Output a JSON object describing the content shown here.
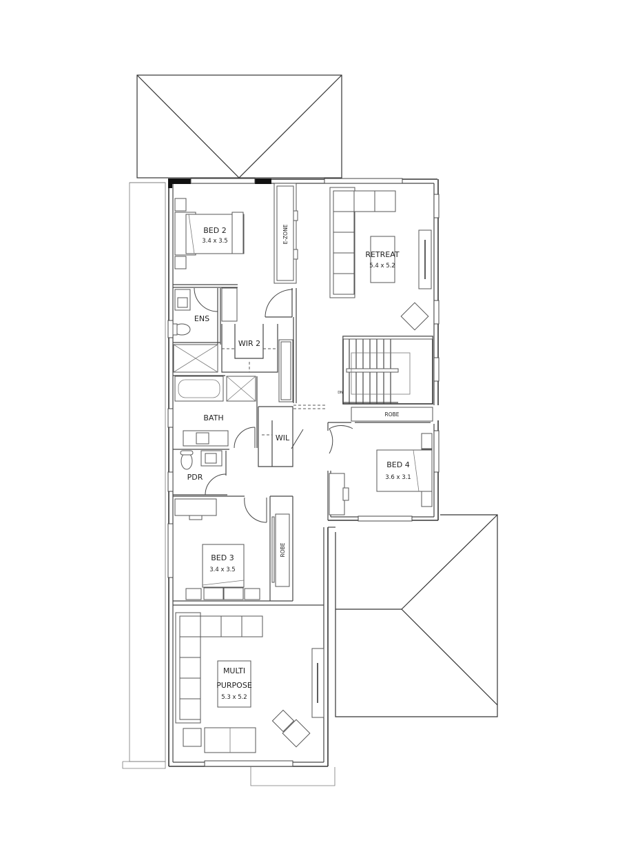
{
  "plan": {
    "title": "Upper Floor Plan",
    "rooms": [
      {
        "id": "bed2",
        "name": "BED 2",
        "size": "3.4 x 3.5"
      },
      {
        "id": "retreat",
        "name": "RETREAT",
        "size": "5.4 x 5.2"
      },
      {
        "id": "ens",
        "name": "ENS"
      },
      {
        "id": "wir2",
        "name": "WIR 2"
      },
      {
        "id": "bath",
        "name": "BATH"
      },
      {
        "id": "wil",
        "name": "WIL"
      },
      {
        "id": "pdr",
        "name": "PDR"
      },
      {
        "id": "bed4",
        "name": "BED 4",
        "size": "3.6 x 3.1"
      },
      {
        "id": "bed3",
        "name": "BED 3",
        "size": "3.4 x 3.5"
      },
      {
        "id": "multi",
        "name_line1": "MULTI",
        "name_line2": "PURPOSE",
        "size": "5.3 x 5.2"
      }
    ],
    "labels": {
      "ezone": "E-ZONE",
      "robe_bed4": "ROBE",
      "robe_bed3": "ROBE",
      "stair_dn": "DN"
    }
  }
}
